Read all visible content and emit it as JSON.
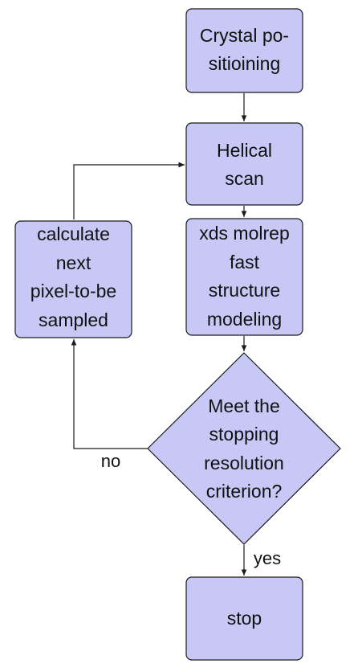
{
  "colors": {
    "node_fill": "#c7c8f5",
    "node_stroke": "#1a1a1a",
    "edge": "#1a1a1a",
    "background": "#ffffff"
  },
  "nodes": {
    "crystal_positioning": {
      "line1": "Crystal po-",
      "line2": "sitioining"
    },
    "helical_scan": {
      "line1": "Helical",
      "line2": "scan"
    },
    "xds_molrep": {
      "line1": "xds molrep",
      "line2": "fast",
      "line3": "structure",
      "line4": "modeling"
    },
    "calculate_next": {
      "line1": "calculate",
      "line2": "next",
      "line3": "pixel-to-be",
      "line4": "sampled"
    },
    "decision": {
      "line1": "Meet the",
      "line2": "stopping",
      "line3": "resolution",
      "line4": "criterion?"
    },
    "stop": {
      "line1": "stop"
    }
  },
  "edges": {
    "no_label": "no",
    "yes_label": "yes"
  }
}
